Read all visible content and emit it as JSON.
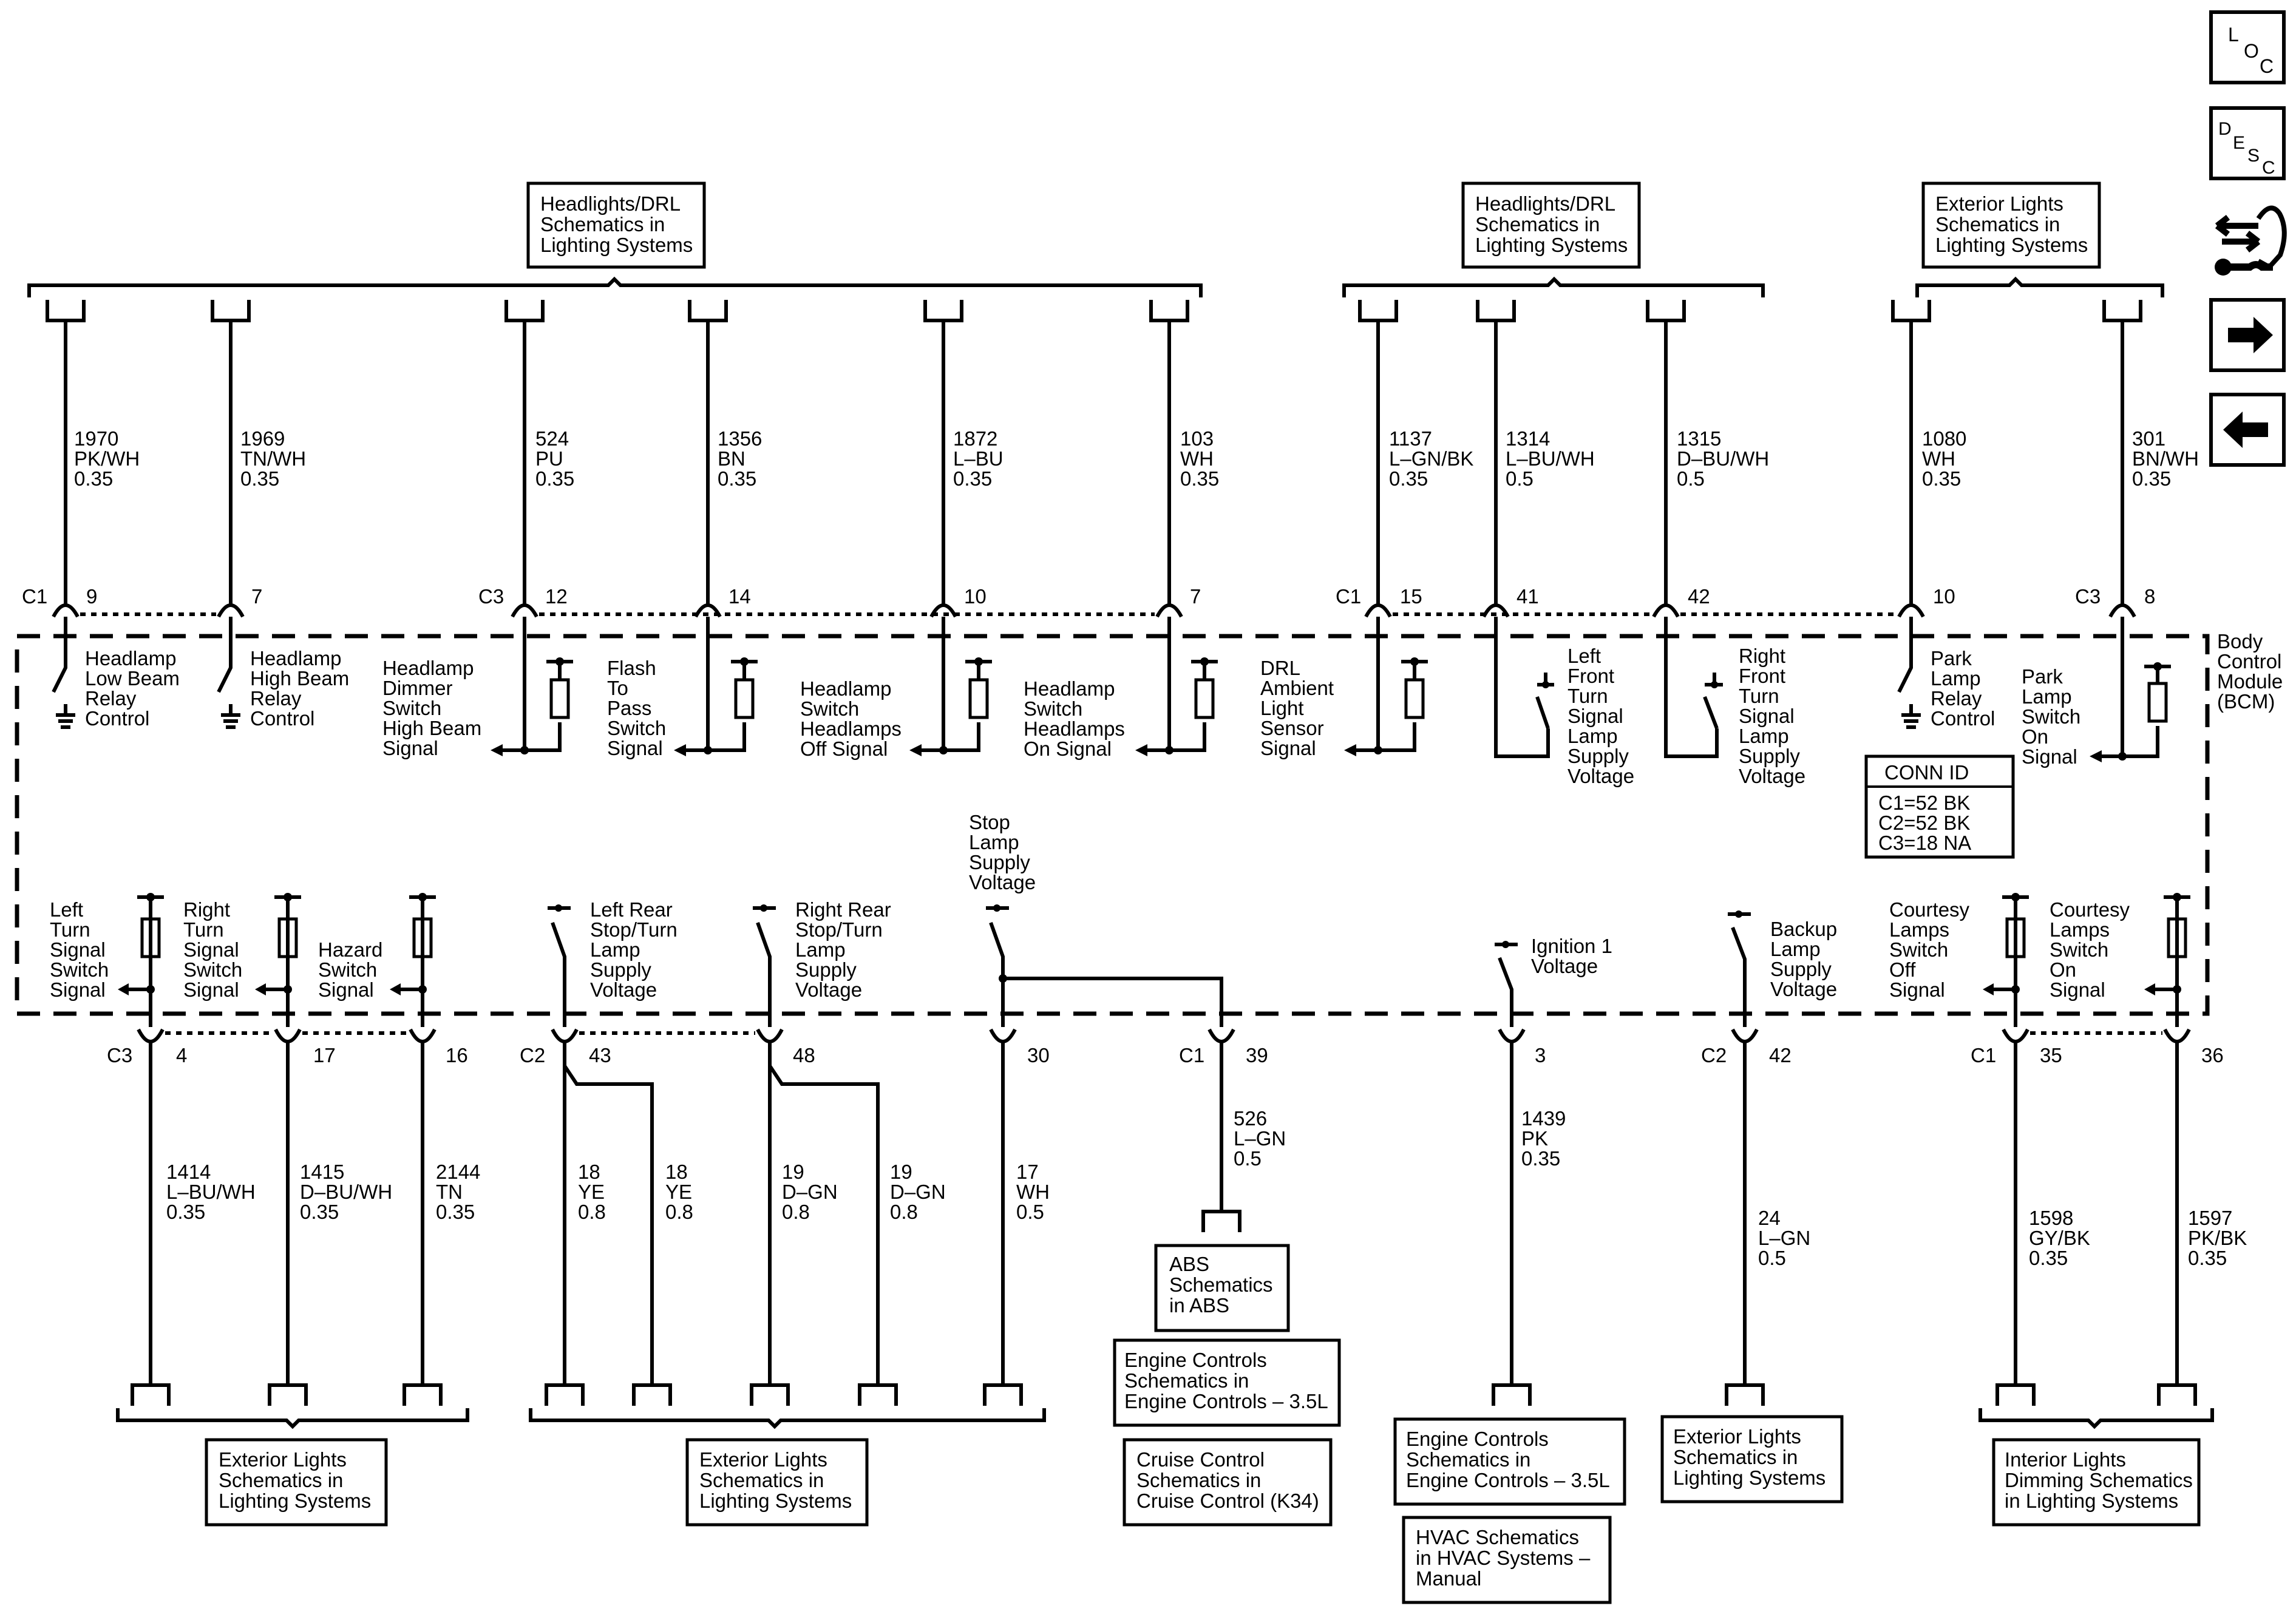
{
  "nav_buttons": {
    "loc": [
      "L",
      "O",
      "C"
    ],
    "desc": [
      "D",
      "E",
      "S",
      "C"
    ]
  },
  "module": {
    "name_lines": [
      "Body",
      "Control",
      "Module",
      "(BCM)"
    ]
  },
  "conn_id": {
    "title": "CONN ID",
    "rows": [
      "C1=52 BK",
      "C2=52 BK",
      "C3=18 NA"
    ]
  },
  "top_refs": [
    {
      "lines": [
        "Headlights/DRL",
        "Schematics in",
        "Lighting Systems"
      ]
    },
    {
      "lines": [
        "Headlights/DRL",
        "Schematics in",
        "Lighting Systems"
      ]
    },
    {
      "lines": [
        "Exterior Lights",
        "Schematics in",
        "Lighting Systems"
      ]
    }
  ],
  "top_circuits": [
    {
      "conn": "C1",
      "pin": "9",
      "circuit": "1970",
      "color": "PK/WH",
      "gauge": "0.35",
      "function": [
        "Headlamp",
        "Low Beam",
        "Relay",
        "Control"
      ]
    },
    {
      "conn": "",
      "pin": "7",
      "circuit": "1969",
      "color": "TN/WH",
      "gauge": "0.35",
      "function": [
        "Headlamp",
        "High Beam",
        "Relay",
        "Control"
      ]
    },
    {
      "conn": "C3",
      "pin": "12",
      "circuit": "524",
      "color": "PU",
      "gauge": "0.35",
      "function": [
        "Headlamp",
        "Dimmer",
        "Switch",
        "High Beam",
        "Signal"
      ]
    },
    {
      "conn": "",
      "pin": "14",
      "circuit": "1356",
      "color": "BN",
      "gauge": "0.35",
      "function": [
        "Flash",
        "To",
        "Pass",
        "Switch",
        "Signal"
      ]
    },
    {
      "conn": "",
      "pin": "10",
      "circuit": "1872",
      "color": "L–BU",
      "gauge": "0.35",
      "function": [
        "Headlamp",
        "Switch",
        "Headlamps",
        "Off Signal"
      ]
    },
    {
      "conn": "",
      "pin": "7",
      "circuit": "103",
      "color": "WH",
      "gauge": "0.35",
      "function": [
        "Headlamp",
        "Switch",
        "Headlamps",
        "On Signal"
      ]
    },
    {
      "conn": "C1",
      "pin": "15",
      "circuit": "1137",
      "color": "L–GN/BK",
      "gauge": "0.35",
      "function": [
        "DRL",
        "Ambient",
        "Light",
        "Sensor",
        "Signal"
      ]
    },
    {
      "conn": "",
      "pin": "41",
      "circuit": "1314",
      "color": "L–BU/WH",
      "gauge": "0.5",
      "function": [
        "Left",
        "Front",
        "Turn",
        "Signal",
        "Lamp",
        "Supply",
        "Voltage"
      ]
    },
    {
      "conn": "",
      "pin": "42",
      "circuit": "1315",
      "color": "D–BU/WH",
      "gauge": "0.5",
      "function": [
        "Right",
        "Front",
        "Turn",
        "Signal",
        "Lamp",
        "Supply",
        "Voltage"
      ]
    },
    {
      "conn": "",
      "pin": "10",
      "circuit": "1080",
      "color": "WH",
      "gauge": "0.35",
      "function": [
        "Park",
        "Lamp",
        "Relay",
        "Control"
      ]
    },
    {
      "conn": "C3",
      "pin": "8",
      "circuit": "301",
      "color": "BN/WH",
      "gauge": "0.35",
      "function": [
        "Park",
        "Lamp",
        "Switch",
        "On",
        "Signal"
      ]
    }
  ],
  "bottom_circuits": [
    {
      "conn": "C3",
      "pin": "4",
      "circuit": "1414",
      "color": "L–BU/WH",
      "gauge": "0.35",
      "function": [
        "Left",
        "Turn",
        "Signal",
        "Switch",
        "Signal"
      ]
    },
    {
      "conn": "",
      "pin": "17",
      "circuit": "1415",
      "color": "D–BU/WH",
      "gauge": "0.35",
      "function": [
        "Right",
        "Turn",
        "Signal",
        "Switch",
        "Signal"
      ]
    },
    {
      "conn": "",
      "pin": "16",
      "circuit": "2144",
      "color": "TN",
      "gauge": "0.35",
      "function": [
        "Hazard",
        "Switch",
        "Signal"
      ]
    },
    {
      "conn": "C2",
      "pin": "43",
      "circuit": "18",
      "color": "YE",
      "gauge": "0.8",
      "function": [
        "Left Rear",
        "Stop/Turn",
        "Lamp",
        "Supply",
        "Voltage"
      ]
    },
    {
      "conn": "",
      "pin": "43",
      "circuit": "18",
      "color": "YE",
      "gauge": "0.8",
      "function": []
    },
    {
      "conn": "",
      "pin": "48",
      "circuit": "19",
      "color": "D–GN",
      "gauge": "0.8",
      "function": [
        "Right Rear",
        "Stop/Turn",
        "Lamp",
        "Supply",
        "Voltage"
      ]
    },
    {
      "conn": "",
      "pin": "48",
      "circuit": "19",
      "color": "D–GN",
      "gauge": "0.8",
      "function": []
    },
    {
      "conn": "",
      "pin": "30",
      "circuit": "17",
      "color": "WH",
      "gauge": "0.5",
      "function": [
        "Stop",
        "Lamp",
        "Supply",
        "Voltage"
      ]
    },
    {
      "conn": "C1",
      "pin": "39",
      "circuit": "526",
      "color": "L–GN",
      "gauge": "0.5",
      "function": []
    },
    {
      "conn": "",
      "pin": "3",
      "circuit": "1439",
      "color": "PK",
      "gauge": "0.35",
      "function": [
        "Ignition 1",
        "Voltage"
      ]
    },
    {
      "conn": "C2",
      "pin": "42",
      "circuit": "24",
      "color": "L–GN",
      "gauge": "0.5",
      "function": [
        "Backup",
        "Lamp",
        "Supply",
        "Voltage"
      ]
    },
    {
      "conn": "C1",
      "pin": "35",
      "circuit": "1598",
      "color": "GY/BK",
      "gauge": "0.35",
      "function": [
        "Courtesy",
        "Lamps",
        "Switch",
        "Off",
        "Signal"
      ]
    },
    {
      "conn": "",
      "pin": "36",
      "circuit": "1597",
      "color": "PK/BK",
      "gauge": "0.35",
      "function": [
        "Courtesy",
        "Lamps",
        "Switch",
        "On",
        "Signal"
      ]
    }
  ],
  "bottom_refs": [
    {
      "lines": [
        "Exterior Lights",
        "Schematics in",
        "Lighting Systems"
      ]
    },
    {
      "lines": [
        "Exterior Lights",
        "Schematics in",
        "Lighting Systems"
      ]
    },
    {
      "lines": [
        "ABS",
        "Schematics",
        "in ABS"
      ]
    },
    {
      "lines": [
        "Engine Controls",
        "Schematics in",
        "Engine Controls – 3.5L"
      ]
    },
    {
      "lines": [
        "Cruise Control",
        "Schematics in",
        "Cruise Control (K34)"
      ]
    },
    {
      "lines": [
        "Engine Controls",
        "Schematics in",
        "Engine Controls – 3.5L"
      ]
    },
    {
      "lines": [
        "HVAC Schematics",
        "in HVAC Systems –",
        "Manual"
      ]
    },
    {
      "lines": [
        "Exterior Lights",
        "Schematics in",
        "Lighting Systems"
      ]
    },
    {
      "lines": [
        "Interior Lights",
        "Dimming Schematics",
        "in Lighting Systems"
      ]
    }
  ]
}
